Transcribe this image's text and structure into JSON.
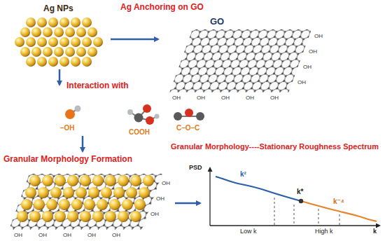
{
  "diagram": {
    "labels": [
      "Ag NPs",
      "Ag Anchoring on GO",
      "GO",
      "OH",
      "OH",
      "OH",
      "OH",
      "OH",
      "OH",
      "OH",
      "OH",
      "OH",
      "Interaction with",
      "–OH",
      "COOH",
      "C–O–C",
      "Granular Morphology Formation",
      "OH",
      "OH",
      "OH",
      "OH",
      "OH",
      "OH",
      "OH",
      "OH",
      "Granular Morphology----Stationary Roughness Spectrum",
      "PSD",
      "k²",
      "k*",
      "k⁻⁴",
      "Low k",
      "High k",
      "k"
    ]
  }
}
